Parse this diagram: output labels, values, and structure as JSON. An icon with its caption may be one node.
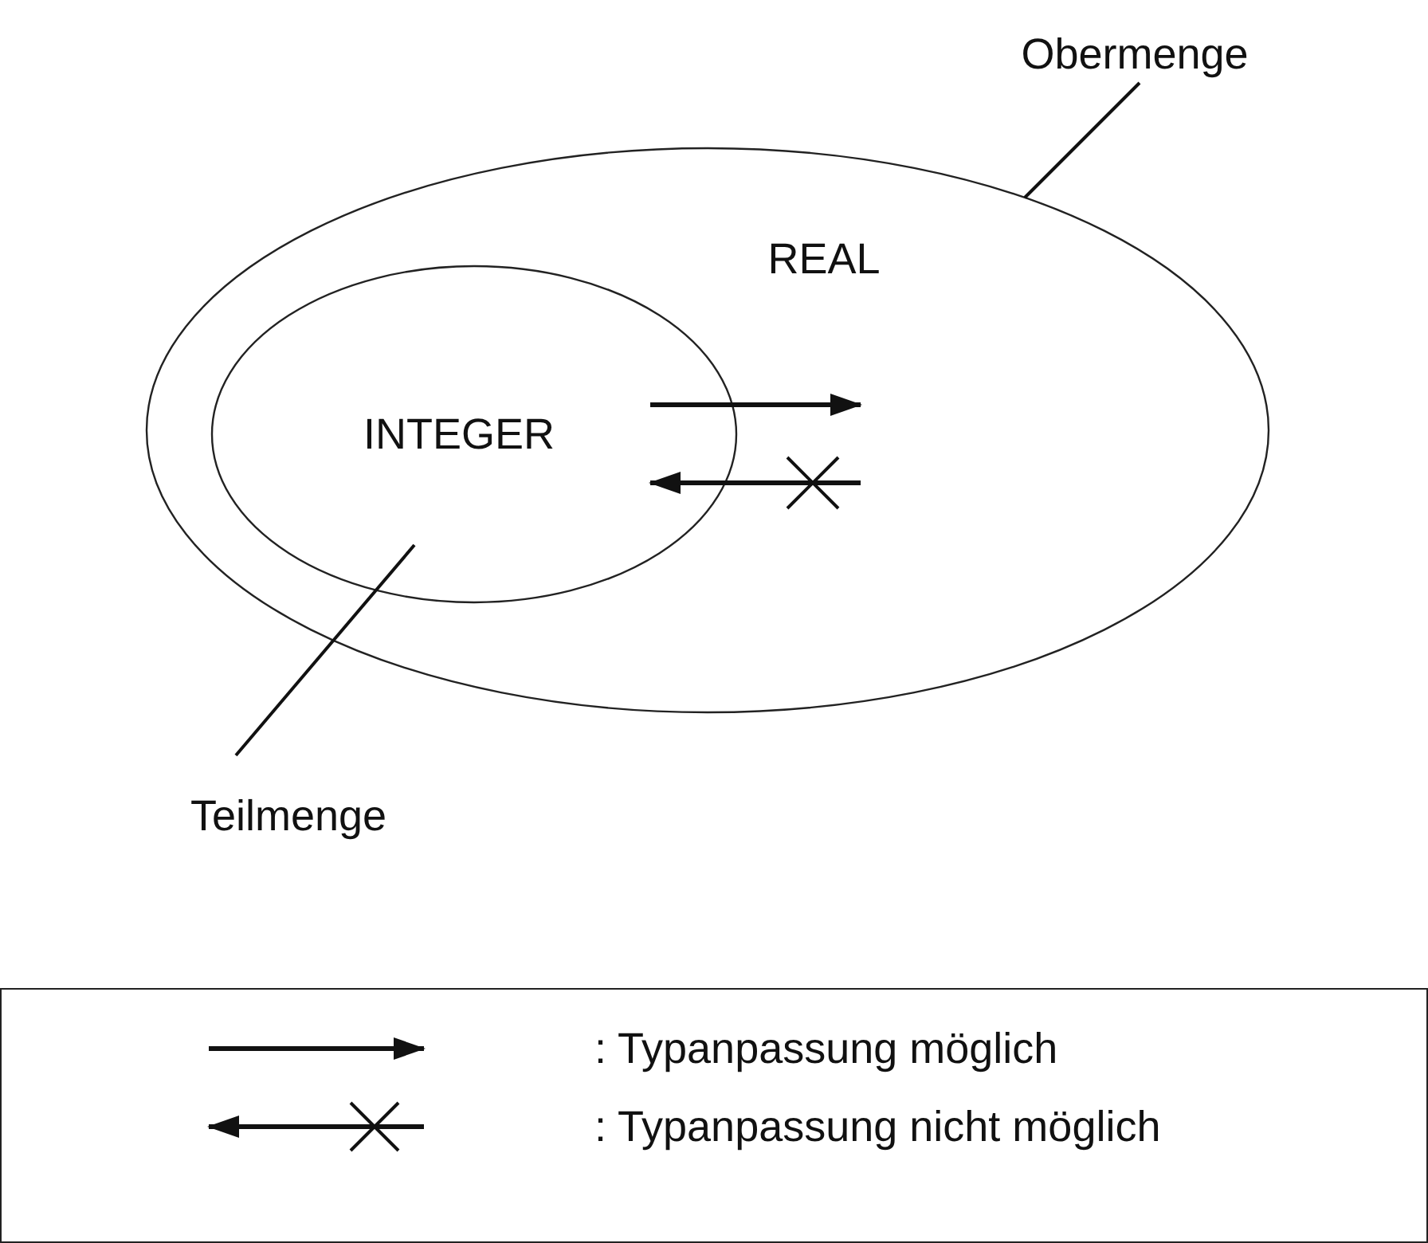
{
  "diagram": {
    "nodes": [
      {
        "text": [
          "REAL"
        ]
      },
      {
        "text": [
          "INTEGER"
        ],
        "in": 0
      },
      {
        "text": [
          "Obermenge"
        ]
      },
      {
        "text": [
          "Teilmenge"
        ]
      }
    ],
    "edges": [
      {
        "from": 2,
        "to": 0,
        "arrow": "none"
      },
      {
        "from": 3,
        "to": 1,
        "arrow": "none"
      },
      {
        "from": 1,
        "to": null,
        "arrow": "to"
      },
      {
        "from": null,
        "to": 1,
        "arrow": "to"
      }
    ],
    "legend": [
      {
        "text": ": Typanpassung möglich"
      },
      {
        "text": ": Typanpassung nicht möglich"
      }
    ]
  }
}
